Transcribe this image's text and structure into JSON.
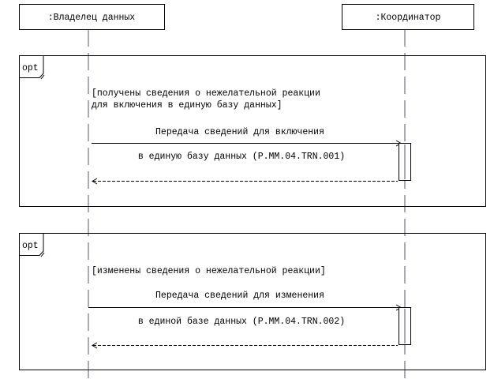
{
  "participants": [
    {
      "label": ":Владелец данных"
    },
    {
      "label": ":Координатор"
    }
  ],
  "fragments": [
    {
      "operator": "opt",
      "guard": [
        "[получены сведения о нежелательной реакции",
        "для включения в единую базу данных]"
      ],
      "message": {
        "line1": "Передача сведений для включения",
        "line2": "в единую базу данных (P.MM.04.TRN.001)"
      }
    },
    {
      "operator": "opt",
      "guard": [
        "[изменены сведения о нежелательной реакции]"
      ],
      "message": {
        "line1": "Передача сведений для изменения",
        "line2": "в единой базе данных (P.MM.04.TRN.002)"
      }
    }
  ]
}
